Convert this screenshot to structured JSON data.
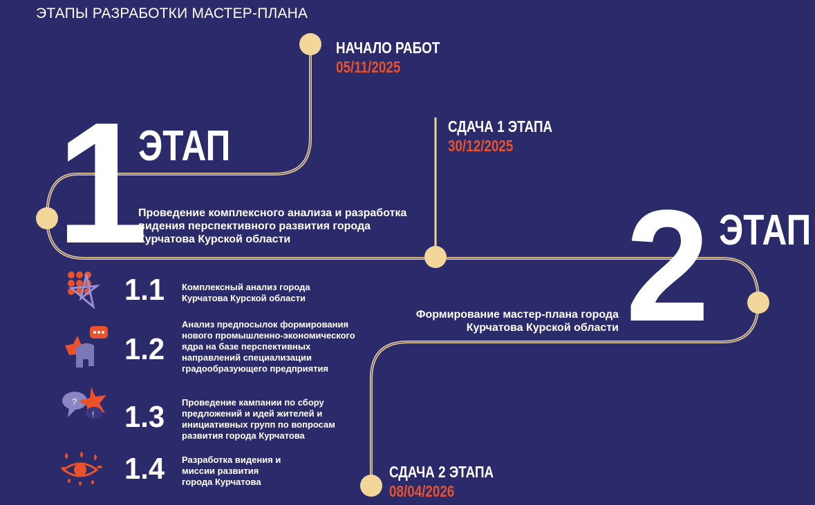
{
  "title": "ЭТАПЫ РАЗРАБОТКИ МАСТЕР-ПЛАНА",
  "milestones": [
    {
      "label": "НАЧАЛО РАБОТ",
      "date": "05/11/2025"
    },
    {
      "label": "СДАЧА 1 ЭТАПА",
      "date": "30/12/2025"
    },
    {
      "label": "СДАЧА 2 ЭТАПА",
      "date": "08/04/2026"
    }
  ],
  "stages": [
    {
      "number": "1",
      "word": "ЭТАП",
      "description": "Проведение комплексного анализа и разработка видения перспективного развития города Курчатова Курской области"
    },
    {
      "number": "2",
      "word": "ЭТАП",
      "description": "Формирование мастер-плана города Курчатова Курской области"
    }
  ],
  "substeps": [
    {
      "number": "1.1",
      "text": "Комплексный анализ города Курчатова Курской области",
      "icon": "grid-star-icon"
    },
    {
      "number": "1.2",
      "text": "Анализ предпосылок формирования нового промышленно-экономического ядра на базе перспективных направлений специализации градообразующего предприятия",
      "icon": "person-speech-icon"
    },
    {
      "number": "1.3",
      "text": "Проведение кампании по сбору предложений и идей жителей и инициативных групп по вопросам развития города Курчатова",
      "icon": "speech-bubbles-icon"
    },
    {
      "number": "1.4",
      "text": "Разработка видения и миссии развития города Курчатова",
      "icon": "eye-icon"
    }
  ],
  "colors": {
    "background": "#2b2a6b",
    "line": "#f2d69a",
    "accent": "#e8522c"
  }
}
